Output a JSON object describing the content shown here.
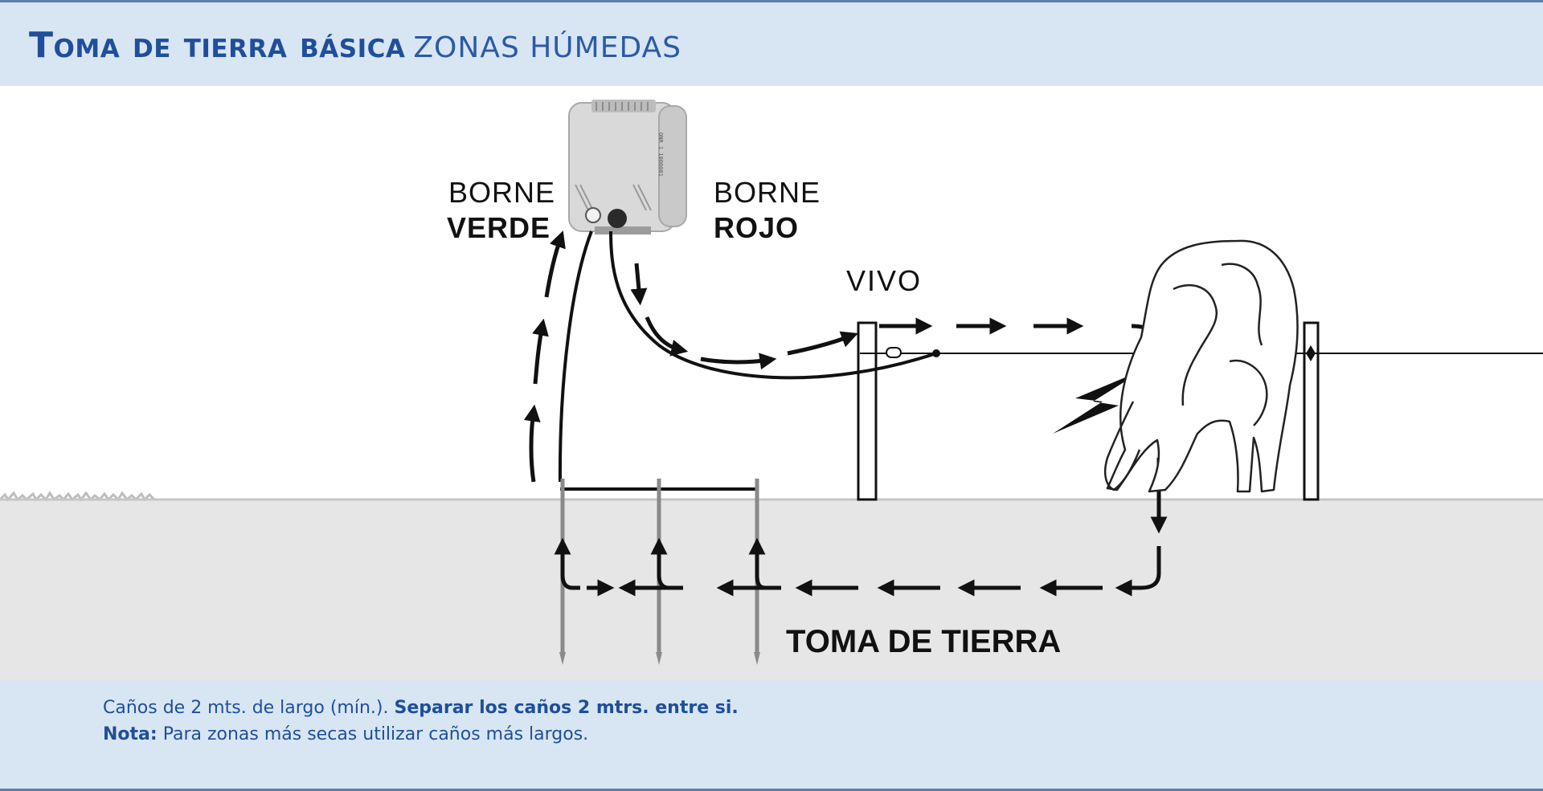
{
  "header": {
    "title_strong": "Toma de tierra básica",
    "title_light": "ZONAS HÚMEDAS"
  },
  "diagram": {
    "borne_verde": {
      "line1": "BORNE",
      "line2": "VERDE"
    },
    "borne_rojo": {
      "line1": "BORNE",
      "line2": "ROJO"
    },
    "vivo_label": "VIVO",
    "ground_label": "TOMA DE TIERRA",
    "device_text": "ONR 1 1000001"
  },
  "footer": {
    "line1_regular": "Caños de 2 mts. de largo (mín.).",
    "line1_bold": "Separar los caños 2 mtrs. entre si.",
    "line2_bold": "Nota:",
    "line2_regular": "Para zonas más secas utilizar caños más largos."
  },
  "colors": {
    "header_bg": "#d8e6f3",
    "title_blue": "#1f4e9b",
    "ground": "#e6e6e6",
    "line": "#111111"
  }
}
